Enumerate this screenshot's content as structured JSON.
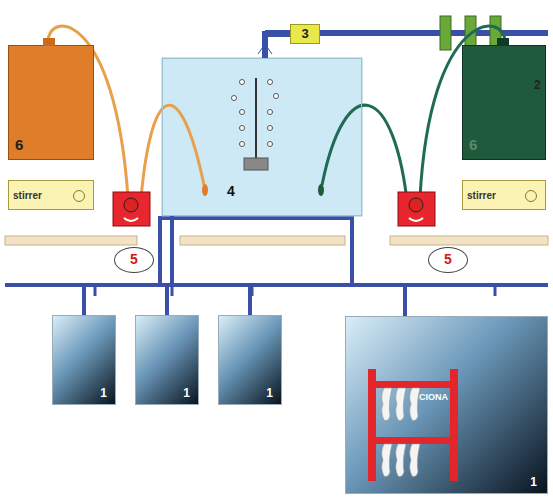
{
  "diagram": {
    "nodes": [
      {
        "text": [
          "3"
        ]
      },
      {
        "text": [
          "6"
        ]
      },
      {
        "text": [
          "4"
        ]
      },
      {
        "text": [
          "6"
        ]
      },
      {
        "text": [
          "stirrer"
        ]
      },
      {
        "text": [
          "stirrer"
        ]
      },
      {
        "text": [
          "5"
        ]
      },
      {
        "text": [
          "5"
        ]
      },
      {
        "text": [
          "1"
        ]
      },
      {
        "text": [
          "1"
        ]
      },
      {
        "text": [
          "1"
        ]
      },
      {
        "text": [
          "1"
        ]
      },
      {
        "text": [
          "CIONA"
        ],
        "in": 11
      }
    ],
    "edges": [
      {
        "from": 0,
        "to": 2,
        "arrow": "none"
      },
      {
        "from": 2,
        "to": 8,
        "arrow": "none"
      },
      {
        "from": 2,
        "to": 9,
        "arrow": "none"
      },
      {
        "from": 2,
        "to": 10,
        "arrow": "none"
      },
      {
        "from": 2,
        "to": 11,
        "arrow": "none"
      }
    ],
    "labels": [
      "2"
    ]
  }
}
